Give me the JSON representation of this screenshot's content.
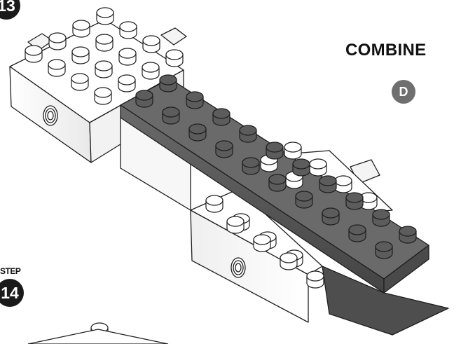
{
  "step_prev": {
    "number": "13"
  },
  "step_next": {
    "label": "STEP",
    "number": "14"
  },
  "instruction": {
    "title": "COMBINE",
    "subassembly": "D"
  },
  "colors": {
    "white_brick": "#ffffff",
    "dark_brick": "#585858",
    "outline": "#1e1e1e",
    "badge_dark": "#1a1a1a",
    "badge_grey": "#6f6f6f"
  }
}
